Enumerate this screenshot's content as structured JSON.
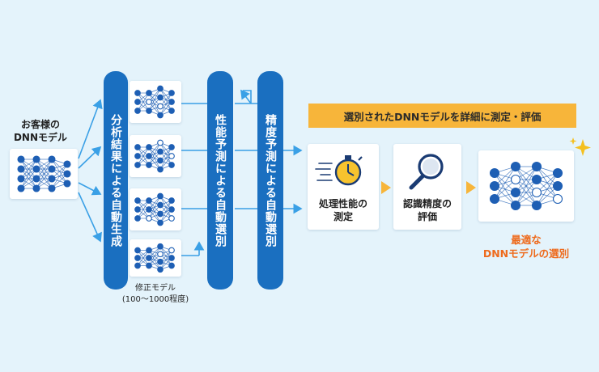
{
  "customer_label": [
    "お客様の",
    "DNNモデル"
  ],
  "bars": {
    "generate": "分析結果による自動生成",
    "perf_select": "性能予測による自動選別",
    "acc_select": "精度予測による自動選別"
  },
  "modified_label": [
    "修正モデル",
    "(100〜1000程度)"
  ],
  "banner": "選別されたDNNモデルを詳細に測定・評価",
  "step1": [
    "処理性能の",
    "測定"
  ],
  "step2": [
    "認識精度の",
    "評価"
  ],
  "result_label": [
    "最適な",
    "DNNモデルの選別"
  ],
  "colors": {
    "background": "#e4f3fb",
    "bar": "#1a6fc0",
    "node": "#1e5fb4",
    "arrow": "#3aa0e6",
    "chevron": "#f7b53a",
    "banner": "#f7b53a",
    "result_text": "#ee6a1c",
    "sparkle": "#f4c020"
  },
  "icons": [
    "neural-network-icon",
    "stopwatch-icon",
    "magnifier-icon",
    "sparkle-icon",
    "chevron-right-icon"
  ]
}
